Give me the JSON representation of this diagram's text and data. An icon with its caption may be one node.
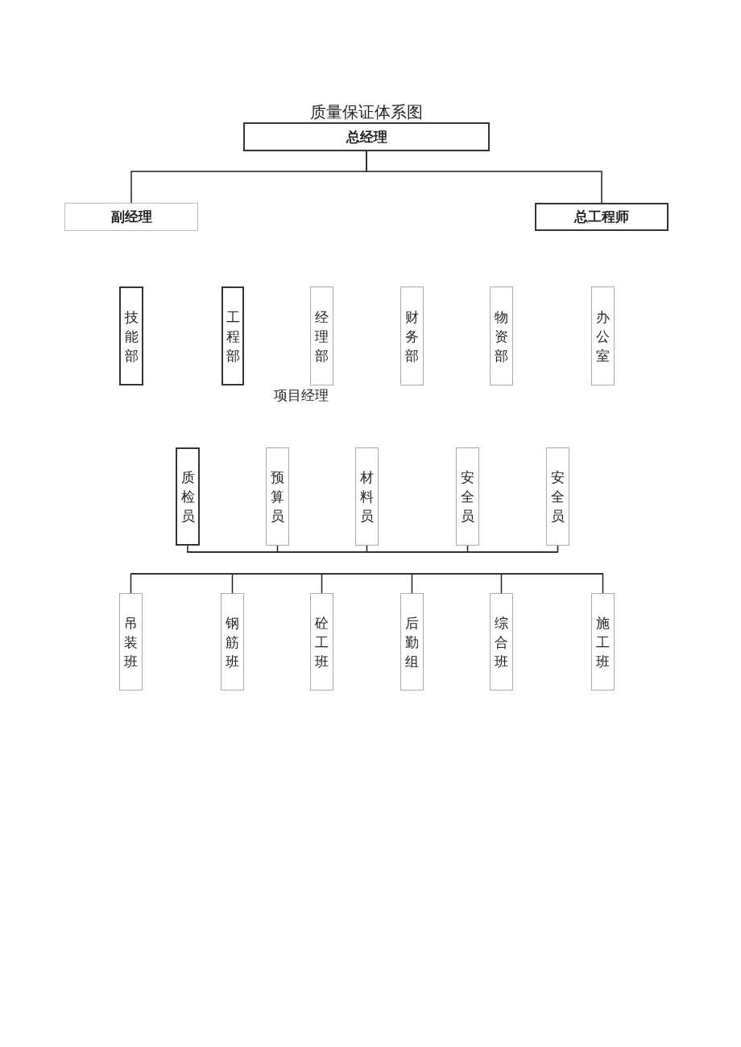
{
  "diagram": {
    "title": "质量保证体系图",
    "nodes": [
      {
        "text": [
          "总经理"
        ]
      },
      {
        "text": [
          "副经理"
        ]
      },
      {
        "text": [
          "总工程师"
        ]
      },
      {
        "text": [
          "技能部"
        ]
      },
      {
        "text": [
          "工程部"
        ]
      },
      {
        "text": [
          "经理部"
        ]
      },
      {
        "text": [
          "财务部"
        ]
      },
      {
        "text": [
          "物资部"
        ]
      },
      {
        "text": [
          "办公室"
        ]
      },
      {
        "text": [
          "质检员"
        ]
      },
      {
        "text": [
          "预算员"
        ]
      },
      {
        "text": [
          "材料员"
        ]
      },
      {
        "text": [
          "安全员"
        ]
      },
      {
        "text": [
          "安全员"
        ]
      },
      {
        "text": [],
        "shape": "bar"
      },
      {
        "text": [],
        "shape": "bar"
      },
      {
        "text": [
          "吊装班"
        ]
      },
      {
        "text": [
          "钢筋班"
        ]
      },
      {
        "text": [
          "砼工班"
        ]
      },
      {
        "text": [
          "后勤组"
        ]
      },
      {
        "text": [
          "综合班"
        ]
      },
      {
        "text": [
          "施工班"
        ]
      }
    ],
    "edges": [
      {
        "from": 0,
        "to": 1,
        "arrow": "none"
      },
      {
        "from": 0,
        "to": 2,
        "arrow": "none"
      },
      {
        "from": 9,
        "to": 14,
        "arrow": "none"
      },
      {
        "from": 10,
        "to": 14,
        "arrow": "none"
      },
      {
        "from": 11,
        "to": 14,
        "arrow": "none"
      },
      {
        "from": 12,
        "to": 14,
        "arrow": "none"
      },
      {
        "from": 13,
        "to": 14,
        "arrow": "none"
      },
      {
        "from": 15,
        "to": 16,
        "arrow": "none"
      },
      {
        "from": 15,
        "to": 17,
        "arrow": "none"
      },
      {
        "from": 15,
        "to": 18,
        "arrow": "none"
      },
      {
        "from": 15,
        "to": 19,
        "arrow": "none"
      },
      {
        "from": 15,
        "to": 20,
        "arrow": "none"
      },
      {
        "from": 15,
        "to": 21,
        "arrow": "none"
      }
    ],
    "labels": [
      "项目经理"
    ]
  }
}
